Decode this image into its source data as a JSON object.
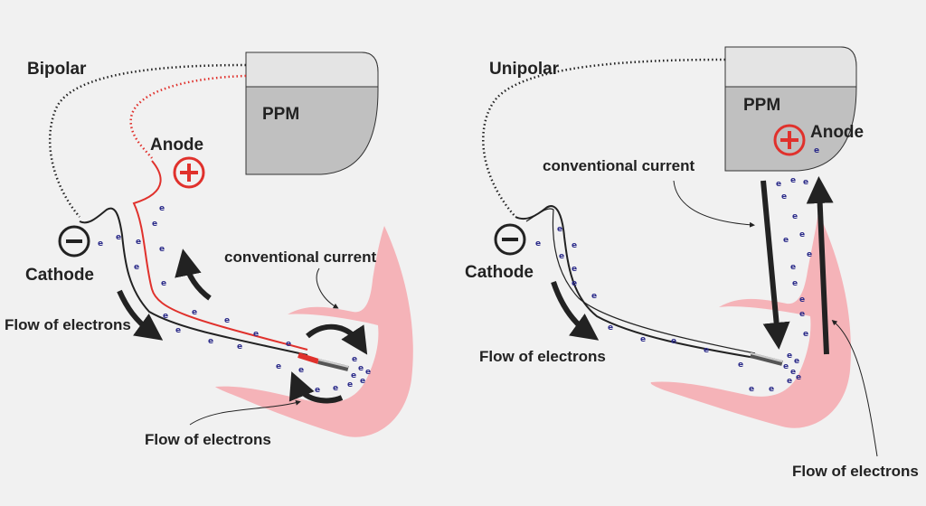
{
  "bipolar": {
    "title": "Bipolar",
    "ppm": "PPM",
    "anode": "Anode",
    "anode_symbol": "+",
    "cathode": "Cathode",
    "cathode_symbol": "−",
    "flow_of_electrons_1": "Flow of electrons",
    "flow_of_electrons_2": "Flow of electrons",
    "conventional_current": "conventional current",
    "electron_symbol": "e"
  },
  "unipolar": {
    "title": "Unipolar",
    "ppm": "PPM",
    "anode": "Anode",
    "anode_symbol": "+",
    "cathode": "Cathode",
    "cathode_symbol": "−",
    "flow_of_electrons_1": "Flow of electrons",
    "flow_of_electrons_2": "Flow of electrons",
    "conventional_current": "conventional current",
    "electron_symbol": "e"
  },
  "colors": {
    "background": "#f1f1f1",
    "heart": "#f5b3b8",
    "ppm_body": "#c0c0c0",
    "ppm_top": "#e4e4e4",
    "anode_red": "#e0312c",
    "lead_red": "#e0312c",
    "line_dark": "#222222",
    "electron": "#2c2c8a"
  }
}
